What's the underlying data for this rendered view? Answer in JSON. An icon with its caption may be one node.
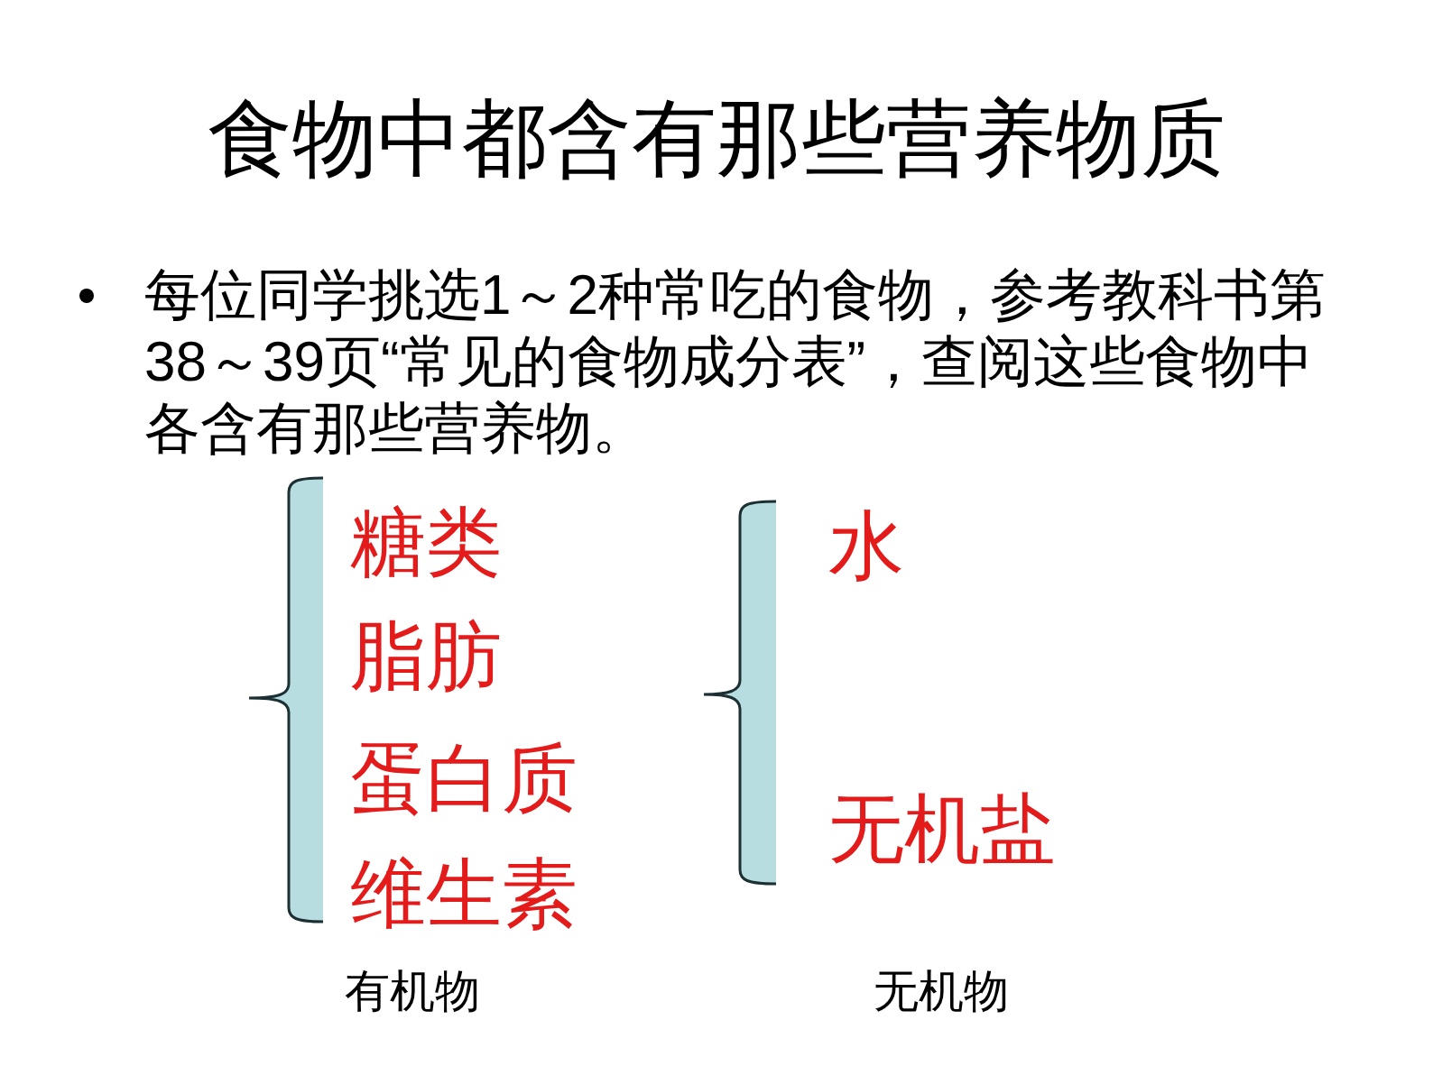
{
  "diagram": {
    "title": "食物中都含有那些营养物质",
    "labels": [
      "每位同学挑选1～2种常吃的食物，参考教科书第38～39页“常见的食物成分表”，查阅这些食物中各含有那些营养物。",
      "糖类",
      "脂肪",
      "蛋白质",
      "维生素",
      "水",
      "无机盐",
      "有机物",
      "无机物"
    ]
  }
}
